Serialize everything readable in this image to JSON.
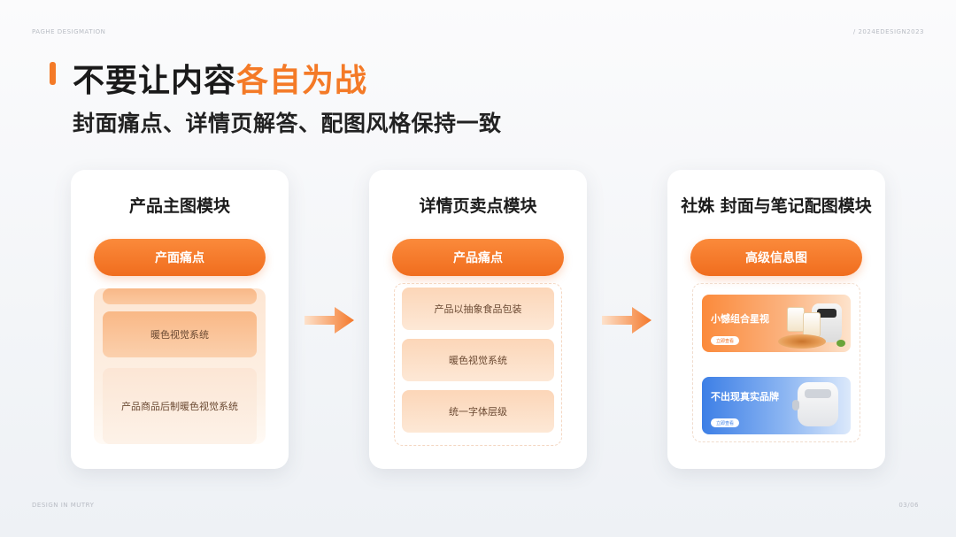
{
  "corners": {
    "top_left": "PAGHE DESIGMATION",
    "top_right": "/ 2024EDESIGN2023",
    "bottom_left": "DESIGN IN MUTRY",
    "bottom_right": "03/06"
  },
  "header": {
    "title_plain": "不要让内容",
    "title_accent": "各自为战",
    "subtitle": "封面痛点、详情页解答、配图风格保持一致"
  },
  "cards": [
    {
      "title": "产品主图模块",
      "pill": "产面痛点",
      "items": [
        "暖色视觉系统",
        "产品商品后制暖色视觉系统"
      ]
    },
    {
      "title": "详情页卖点模块",
      "pill": "产品痛点",
      "items": [
        "产品以抽象食品包装",
        "暖色视觉系统",
        "统一字体层级"
      ]
    },
    {
      "title": "社姝 封面与笔记配图模块",
      "pill": "高级信息图",
      "banners": [
        {
          "title": "小憾组合星视",
          "tag": "立即查看"
        },
        {
          "title": "不出现真实品牌",
          "tag": "立即查看"
        }
      ]
    }
  ],
  "colors": {
    "accent": "#f47a27",
    "pill": "#f06d1e",
    "blue_banner": "#3d7fe6"
  }
}
